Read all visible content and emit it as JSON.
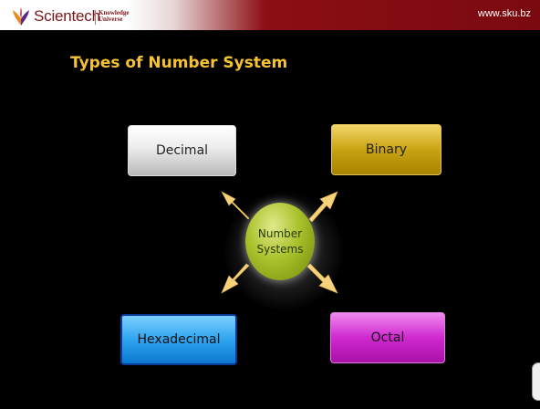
{
  "header": {
    "brand_name": "Scientech",
    "brand_sub": "Knowledge\nUniverse",
    "url": "www.sku.bz",
    "bar_color": "#7a0a10"
  },
  "title": "Types of Number System",
  "center": {
    "line1": "Number",
    "line2": "Systems",
    "color": "#a9c12a"
  },
  "boxes": {
    "decimal": {
      "label": "Decimal",
      "color": "#e6e6e6"
    },
    "binary": {
      "label": "Binary",
      "color": "#c9a312"
    },
    "hexadecimal": {
      "label": "Hexadecimal",
      "color": "#2fa4ef"
    },
    "octal": {
      "label": "Octal",
      "color": "#cf28cf"
    }
  },
  "arrow_color": "#f6d27a",
  "icons": [
    "scientech-logo-icon",
    "arrow-icon"
  ]
}
